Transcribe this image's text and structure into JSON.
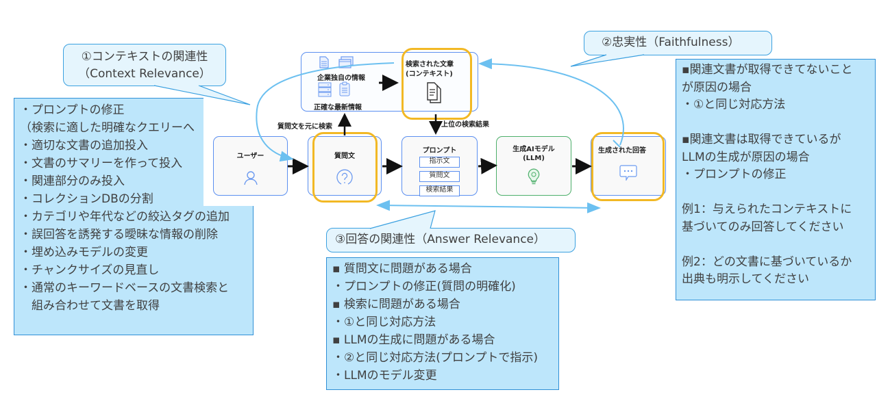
{
  "callouts": {
    "context_relevance": {
      "line1": "①コンテキストの関連性",
      "line2": "（Context Relevance）"
    },
    "faithfulness": {
      "label": "②忠実性（Faithfulness）"
    },
    "answer_relevance": {
      "label": "③回答の関連性（Answer Relevance）"
    }
  },
  "left_panel": {
    "items": [
      "・プロンプトの修正",
      "（検索に適した明確なクエリーへ",
      "・適切な文書の追加投入",
      "・文書のサマリーを作って投入",
      "・関連部分のみ投入",
      "・コレクションDBの分割",
      "・カテゴリや年代などの絞込タグの追加",
      "・誤回答を誘発する曖昧な情報の削除",
      "・埋め込みモデルの変更",
      "・チャンクサイズの見直し",
      "・通常のキーワードベースの文書検索と",
      "　組み合わせて文書を取得"
    ]
  },
  "right_panel": {
    "items": [
      "▪関連文書が取得できてないこと",
      "が原因の場合",
      "・①と同じ対応方法",
      "",
      "▪関連文書は取得できているが",
      "LLMの生成が原因の場合",
      "・プロンプトの修正",
      "",
      "例1：与えられたコンテキストに",
      "基づいてのみ回答してください",
      "",
      "例2：どの文書に基づいているか",
      "出典も明示してください"
    ]
  },
  "bottom_panel": {
    "items": [
      "▪ 質問文に問題がある場合",
      "・プロンプトの修正(質問の明確化)",
      "▪ 検索に問題がある場合",
      "・①と同じ対応方法",
      "▪  LLMの生成に問題がある場合",
      "・②と同じ対応方法(プロンプトで指示)",
      "・LLMのモデル変更"
    ]
  },
  "diagram": {
    "knowledge_box": {
      "label1": "企業独自の情報",
      "label2": "正確な最新情報"
    },
    "retrieved_docs": {
      "line1": "検索された文章",
      "line2": "(コンテキスト)"
    },
    "search_label": "質問文を元に検索",
    "top_results_label": "上位の検索結果",
    "user": {
      "label": "ユーザー"
    },
    "question": {
      "label": "質問文"
    },
    "prompt": {
      "label": "プロンプト",
      "tags": [
        "指示文",
        "質問文",
        "検索結果"
      ]
    },
    "llm": {
      "line1": "生成AIモデル",
      "line2": "(LLM)"
    },
    "answer": {
      "label": "生成された回答"
    }
  },
  "colors": {
    "highlight": "#f2b824",
    "node_border": "#5b8ff0",
    "llm_border": "#4caf6a",
    "panel_fill": "#bde6fb",
    "panel_border": "#2e8fd6",
    "callout_fill": "#e5f5fd",
    "arrow_light": "#6cc0f0"
  }
}
